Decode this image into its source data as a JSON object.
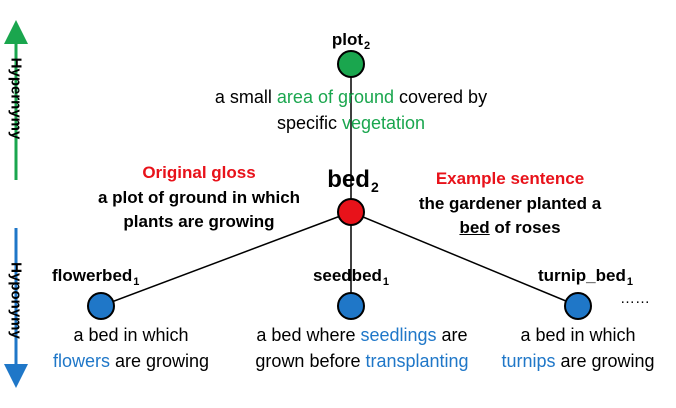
{
  "colors": {
    "green": "#1aa64e",
    "red": "#e8121a",
    "blue": "#1f77c8",
    "line": "#000000"
  },
  "axis": {
    "hypernymy": "Hypernymy",
    "hyponymy": "Hyponymy"
  },
  "top": {
    "name": "plot",
    "sense": "2",
    "gloss_line1": {
      "a": "a small ",
      "b": "area of ground",
      "c": " covered by"
    },
    "gloss_line2": {
      "a": "specific ",
      "b": "vegetation"
    }
  },
  "center": {
    "name": "bed",
    "sense": "2"
  },
  "original_gloss": {
    "heading": "Original gloss",
    "line1": "a plot of ground in which",
    "line2": "plants are growing"
  },
  "example": {
    "heading": "Example sentence",
    "line1": "the gardener planted a",
    "line2_word": "bed",
    "line2_rest": " of roses"
  },
  "children": [
    {
      "name": "flowerbed",
      "sense": "1",
      "line1": "a bed in which",
      "line2": {
        "a": "flowers",
        "b": " are growing"
      }
    },
    {
      "name": "seedbed",
      "sense": "1",
      "line1": {
        "a": "a bed where ",
        "b": "seedlings",
        "c": " are"
      },
      "line2": {
        "a": "grown before ",
        "b": "transplanting"
      }
    },
    {
      "name": "turnip_bed",
      "sense": "1",
      "line1": "a bed in which",
      "line2": {
        "a": "turnips",
        "b": " are growing"
      }
    }
  ],
  "more": "……"
}
